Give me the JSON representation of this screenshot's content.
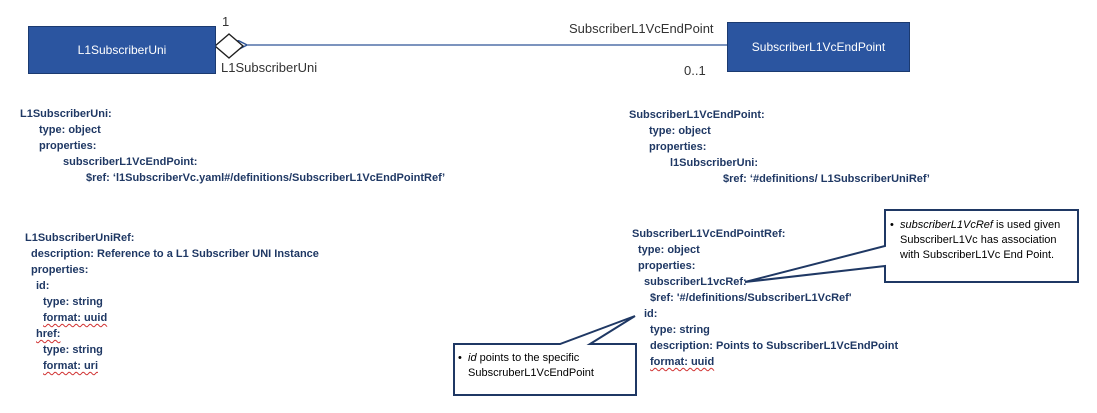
{
  "uml": {
    "left_class": "L1SubscriberUni",
    "right_class": "SubscriberL1VcEndPoint",
    "multiplicity_left": "1",
    "multiplicity_right": "0..1",
    "role_top": "SubscriberL1VcEndPoint",
    "role_bottom": "L1SubscriberUni"
  },
  "blocks": {
    "uni_def": [
      "L1SubscriberUni:",
      "type: object",
      "properties:",
      "subscriberL1VcEndPoint:",
      "$ref: ‘l1SubscriberVc.yaml#/definitions/SubscriberL1VcEndPointRef’"
    ],
    "endpoint_def": [
      "SubscriberL1VcEndPoint:",
      "type: object",
      "properties:",
      "l1SubscriberUni:",
      "$ref: ‘#definitions/ L1SubscriberUniRef’"
    ],
    "uniref_def": [
      "L1SubscriberUniRef:",
      "description: Reference to a L1 Subscriber UNI Instance",
      "properties:",
      "id:",
      "type: string",
      "format: uuid",
      "href:",
      "type: string",
      "format: uri"
    ],
    "endpointref_def": [
      "SubscriberL1VcEndPointRef:",
      "type: object",
      "properties:",
      "subscriberL1vcRef:",
      "$ref: '#/definitions/SubscriberL1VcRef'",
      "id:",
      "type: string",
      "description: Points to SubscriberL1VcEndPoint",
      "format: uuid"
    ]
  },
  "callouts": {
    "ref_note": {
      "term": "subscriberL1VcRef",
      "rest_line1": " is used given",
      "line2": "SubscriberL1Vc has association",
      "line3": "with SubscriberL1Vc End Point."
    },
    "id_note": {
      "term": "id",
      "rest_line1": " points to the specific",
      "line2": "SubscruberL1VcEndPoint"
    }
  },
  "colors": {
    "box_fill": "#2b55a0",
    "code_text": "#1f3864",
    "connector": "#2f5597"
  }
}
